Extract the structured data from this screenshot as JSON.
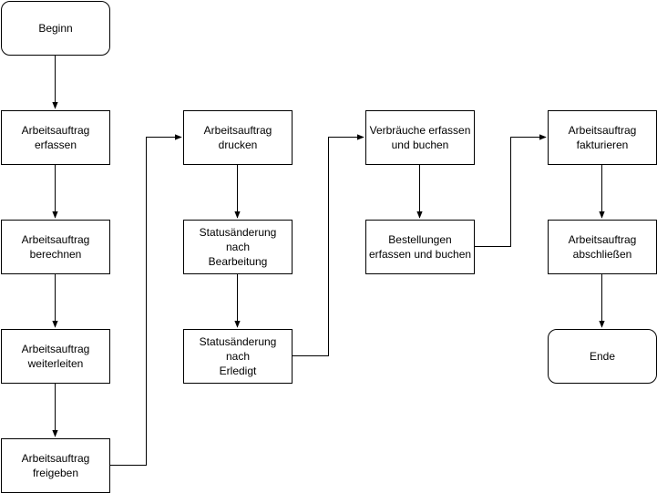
{
  "nodes": {
    "start": "Beginn",
    "capture": "Arbeitsauftrag\nerfassen",
    "calculate": "Arbeitsauftrag\nberechnen",
    "forward": "Arbeitsauftrag\nweiterleiten",
    "release": "Arbeitsauftrag\nfreigeben",
    "print": "Arbeitsauftrag\ndrucken",
    "status_processing": "Statusänderung nach\nBearbeitung",
    "status_done": "Statusänderung nach\nErledigt",
    "consumption": "Verbräuche erfassen\nund buchen",
    "orders": "Bestellungen\nerfassen und buchen",
    "invoice": "Arbeitsauftrag\nfakturieren",
    "close": "Arbeitsauftrag\nabschließen",
    "end": "Ende"
  }
}
